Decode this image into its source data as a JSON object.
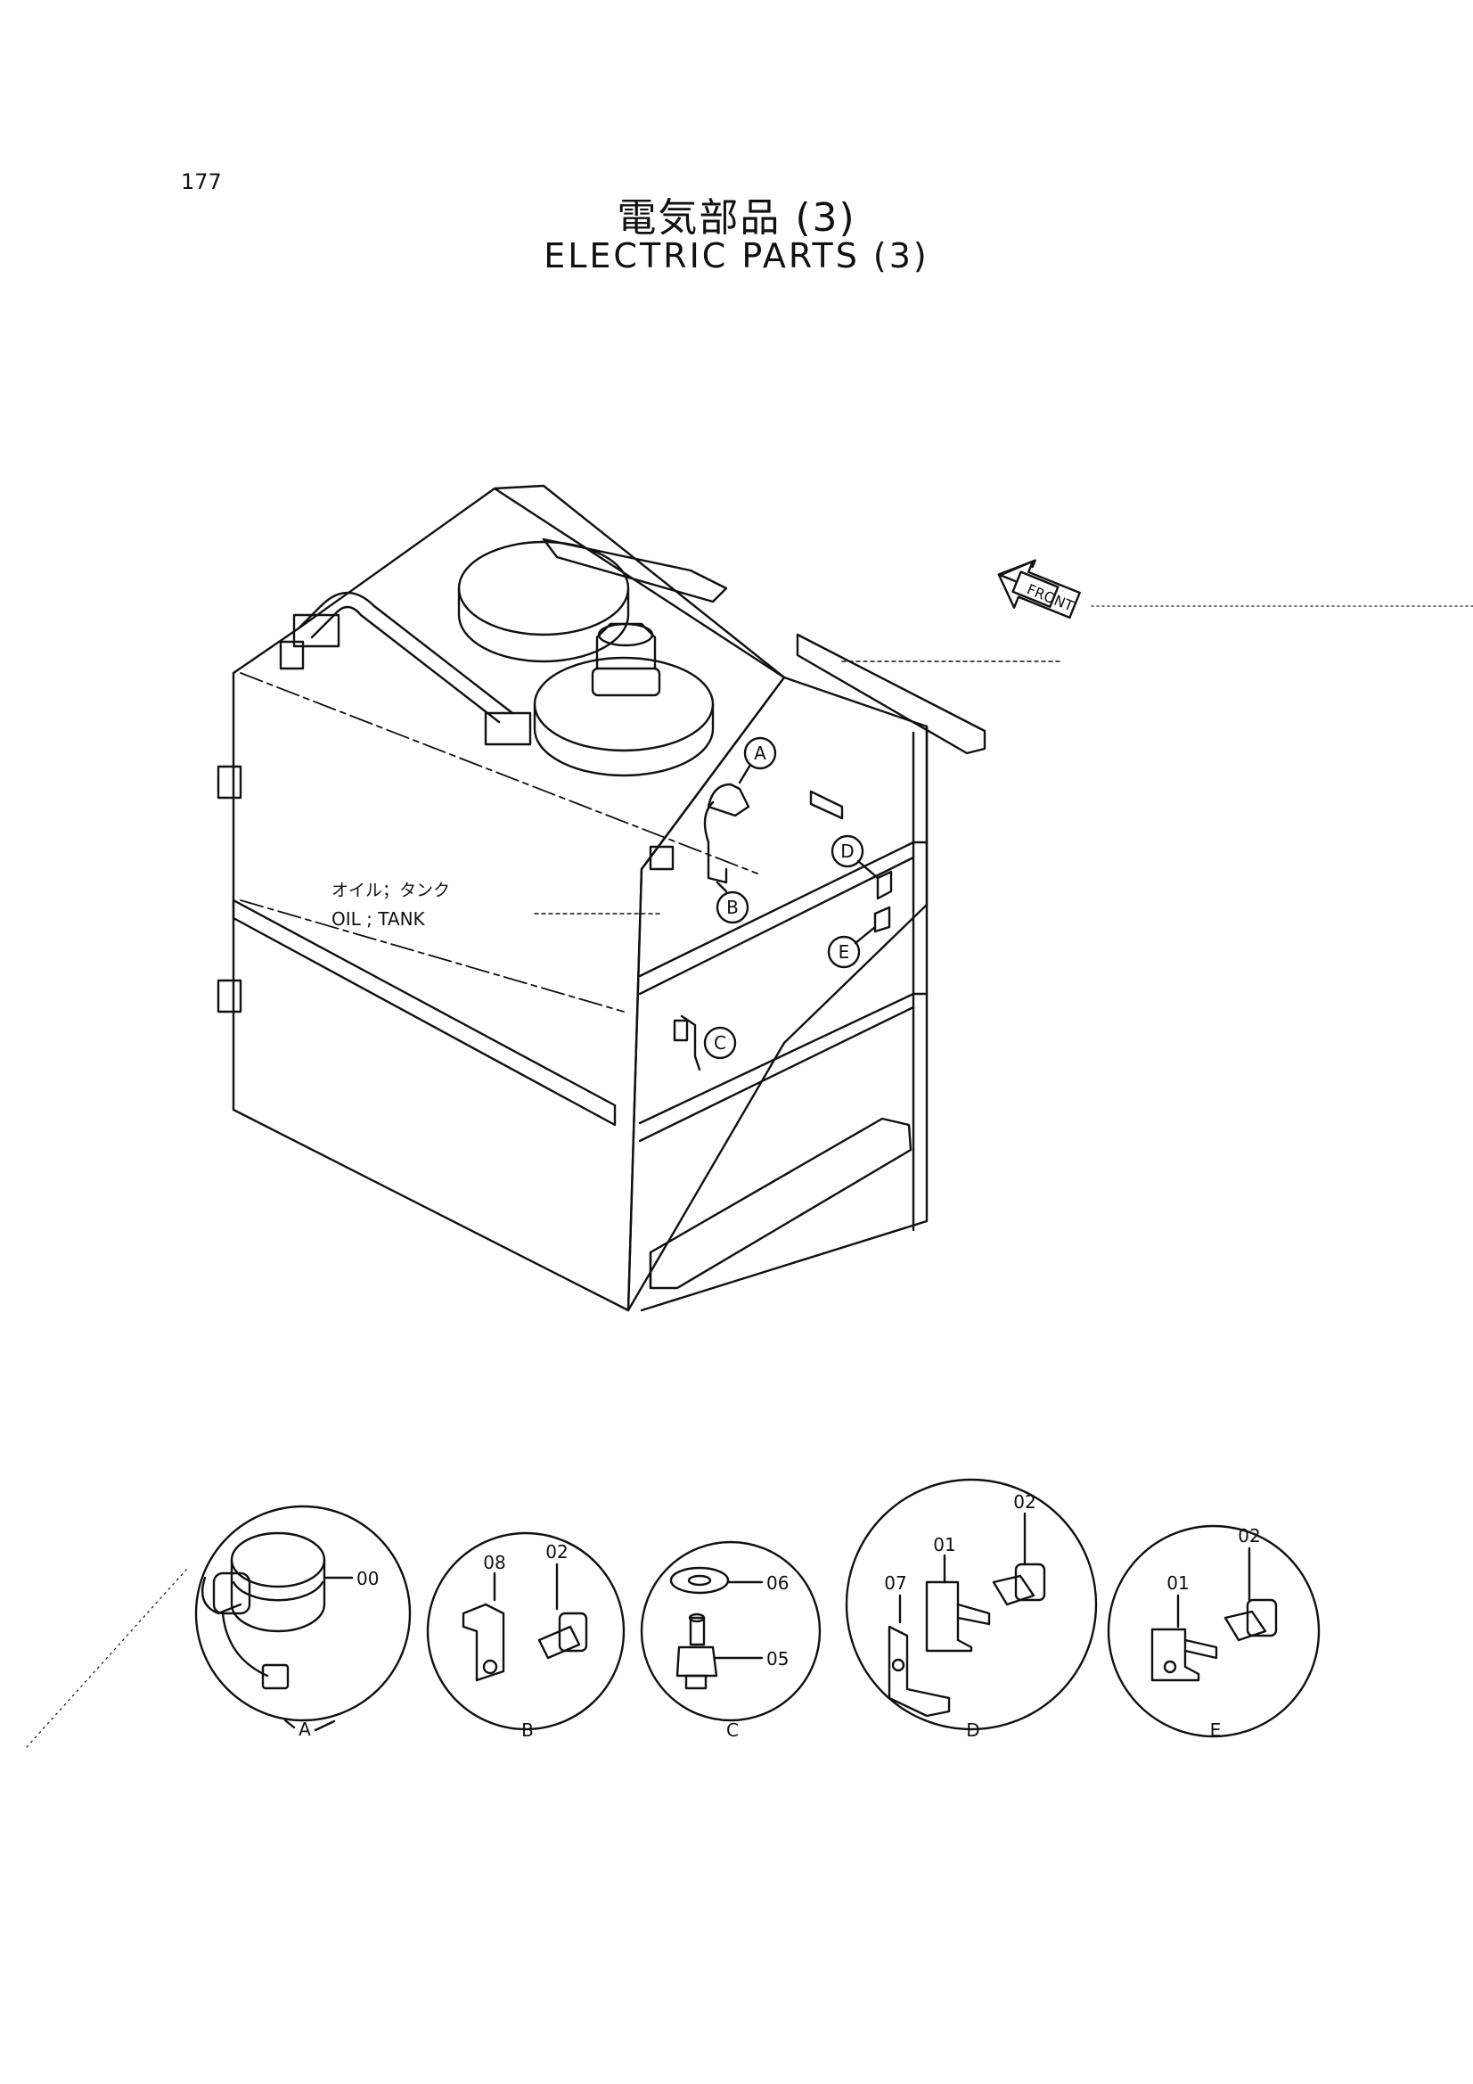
{
  "page_number": "177",
  "title_jp": "電気部品 (3)",
  "title_en": "ELECTRIC PARTS (3)",
  "front_label": "FRONT",
  "tank_label_jp": "オイル；タンク",
  "tank_label_en": "OIL ; TANK",
  "callouts": [
    "A",
    "B",
    "C",
    "D",
    "E"
  ],
  "detail_views": [
    {
      "letter": "A",
      "parts": [
        "00"
      ]
    },
    {
      "letter": "B",
      "parts": [
        "08",
        "02"
      ]
    },
    {
      "letter": "C",
      "parts": [
        "06",
        "05"
      ]
    },
    {
      "letter": "D",
      "parts": [
        "07",
        "01",
        "02"
      ]
    },
    {
      "letter": "E",
      "parts": [
        "01",
        "02"
      ]
    }
  ]
}
